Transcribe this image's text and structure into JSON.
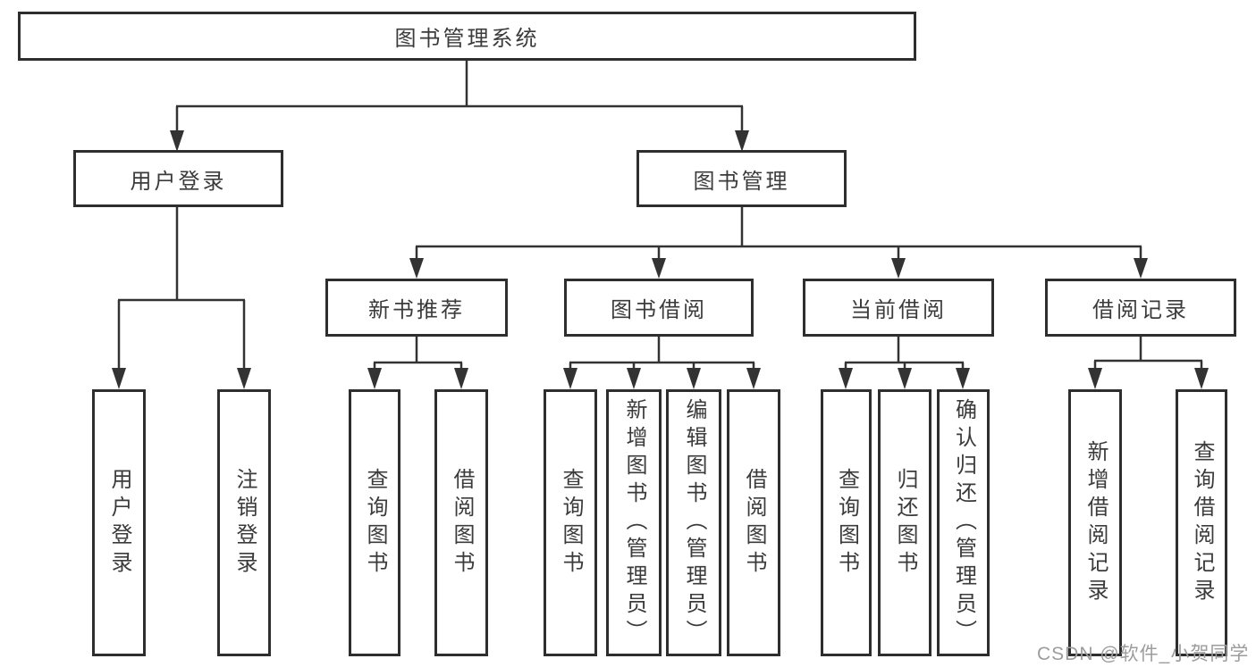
{
  "diagram": {
    "title": "图书管理系统",
    "level2": [
      {
        "id": "user-login",
        "label": "用户登录"
      },
      {
        "id": "book-management",
        "label": "图书管理"
      }
    ],
    "level3": [
      {
        "id": "new-book-recommend",
        "label": "新书推荐"
      },
      {
        "id": "book-borrowing",
        "label": "图书借阅"
      },
      {
        "id": "current-borrowing",
        "label": "当前借阅"
      },
      {
        "id": "borrowing-records",
        "label": "借阅记录"
      }
    ],
    "leaves": {
      "user_login": [
        "用户登录",
        "注销登录"
      ],
      "new_book_recommend": [
        "查询图书",
        "借阅图书"
      ],
      "book_borrowing": [
        "查询图书",
        "新增图书（管理员）",
        "编辑图书（管理员）",
        "借阅图书"
      ],
      "current_borrowing": [
        "查询图书",
        "归还图书",
        "确认归还（管理员）"
      ],
      "borrowing_records": [
        "新增借阅记录",
        "查询借阅记录"
      ]
    }
  },
  "watermark": "CSDN @软件_小贺同学",
  "colors": {
    "line": "#333333",
    "border": "#2e2e2e",
    "text": "#3b3b3b",
    "watermark": "#9c9c9c",
    "background": "#ffffff"
  }
}
